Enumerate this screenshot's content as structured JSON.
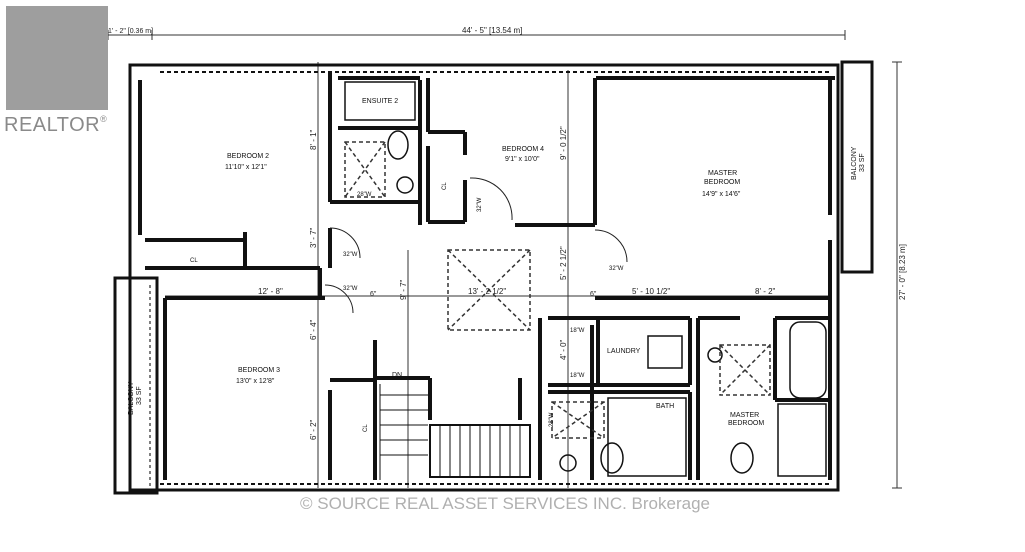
{
  "watermark": {
    "logo_text": "REALTOR",
    "logo_mark": "®",
    "brokerage": "SOURCE REAL ASSET SERVICES INC. Brokerage",
    "brokerage_prefix": "©"
  },
  "dimensions": {
    "top_left_small": "1' - 2\" [0.36 m]",
    "top_overall": "44' - 5\" [13.54 m]",
    "right_overall": "27' - 0\" [8.23 m]",
    "h_left": "12' - 8\"",
    "h_mid": "13' - 2 1/2\"",
    "h_right1": "5' - 10 1/2\"",
    "h_right2": "8' - 2\"",
    "v1": "8' - 1\"",
    "v2": "3' - 7\"",
    "v3": "6' - 4\"",
    "v4": "6' - 2\"",
    "v5": "9' - 0 1/2\"",
    "v6": "5' - 2 1/2\"",
    "v7": "4' - 0\"",
    "v8": "9' - 7\"",
    "small_a": "6\"",
    "small_b": "6\""
  },
  "rooms": {
    "ensuite2": "ENSUITE 2",
    "bedroom2": "BEDROOM 2",
    "bedroom2_size": "11'10\" x 12'1\"",
    "bedroom4": "BEDROOM 4",
    "bedroom4_size": "9'1\" x 10'0\"",
    "master": "MASTER",
    "master_b": "BEDROOM",
    "master_size": "14'9\" x 14'6\"",
    "bedroom3": "BEDROOM 3",
    "bedroom3_size": "13'0\" x 12'8\"",
    "laundry": "LAUNDRY",
    "bath": "BATH",
    "master_bath_a": "MASTER",
    "master_bath_b": "BEDROOM",
    "balcony_right": "BALCONY",
    "balcony_right_size": "33 SF",
    "balcony_left": "BALCONY",
    "balcony_left_size": "33 SF",
    "closet": "CL",
    "dn": "DN"
  },
  "doors": {
    "d32w": "32\"W",
    "d28w": "28\"W",
    "d18w": "18\"W"
  },
  "colors": {
    "wall": "#111111",
    "dim_line": "#333333",
    "dash": "#555555",
    "watermark": "#9e9e9e"
  }
}
